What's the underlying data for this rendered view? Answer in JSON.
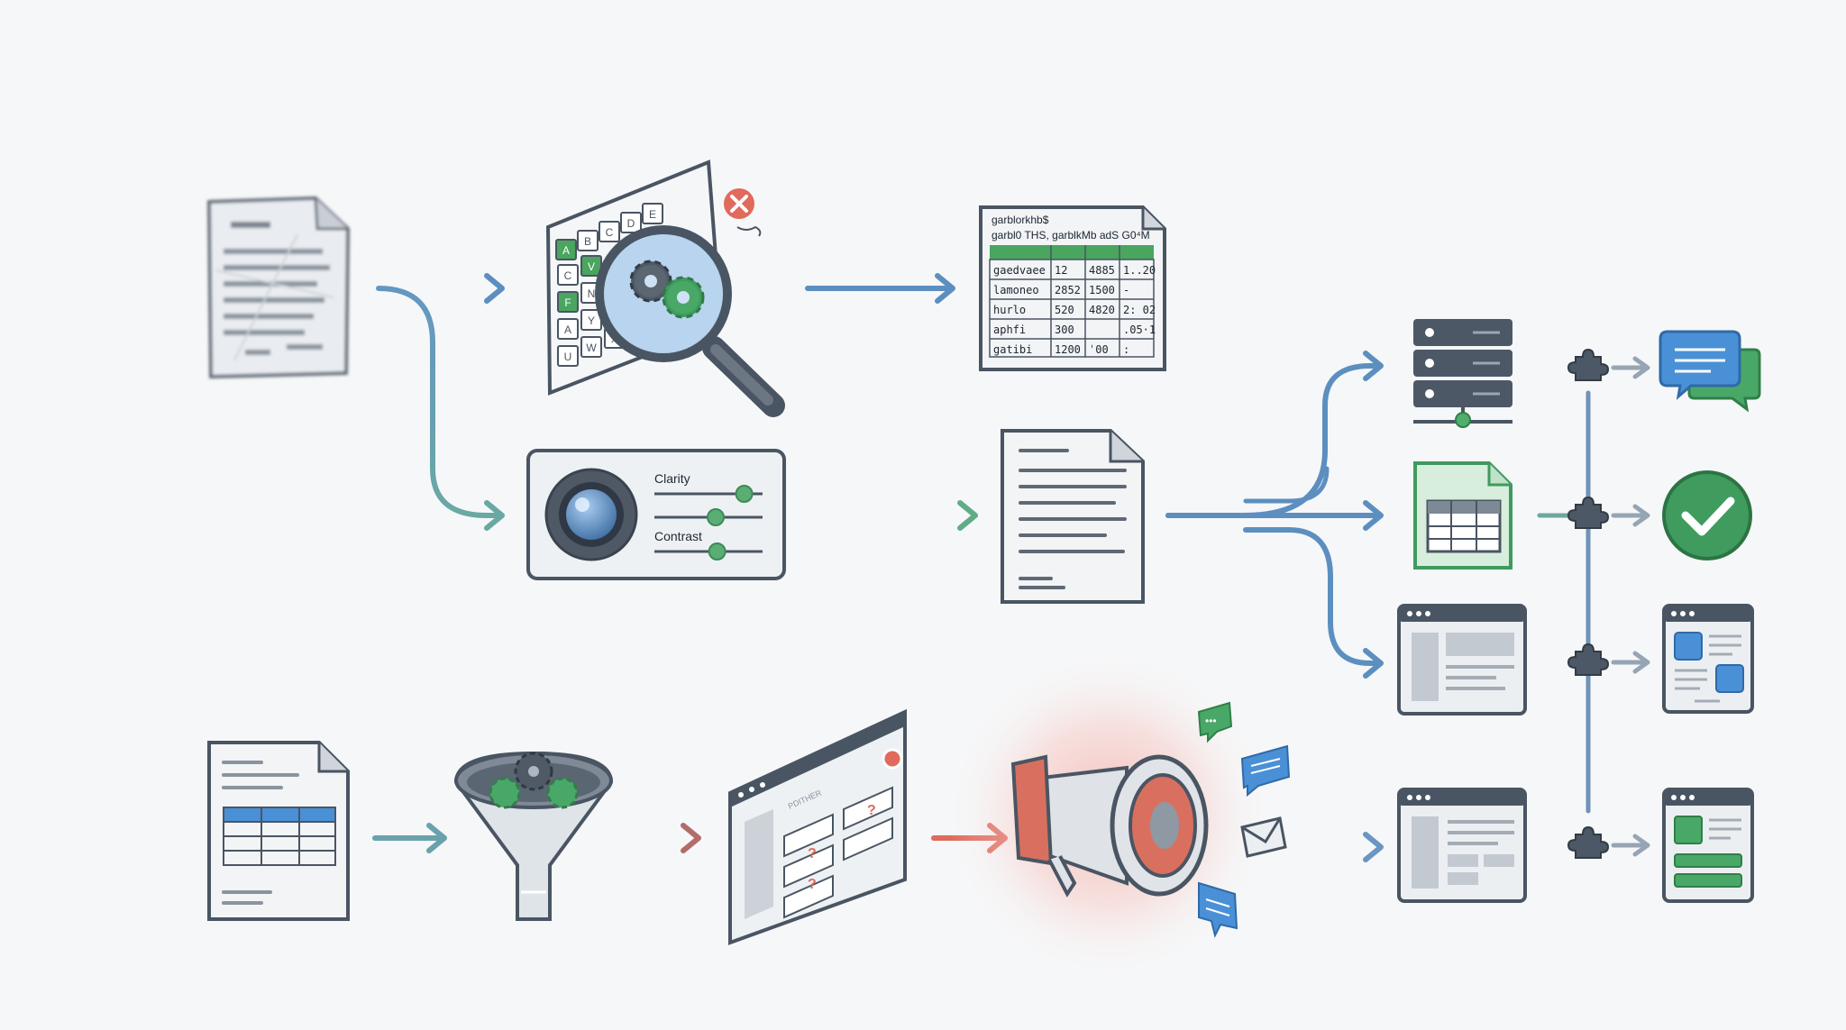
{
  "colors": {
    "background": "#f6f7f8",
    "outline": "#4a5563",
    "paper": "#f1f3f6",
    "blue": "#5b8fc4",
    "teal": "#6ea2a8",
    "green": "#3e9b5e",
    "red": "#df6a5d",
    "accent_blue": "#4a90d6",
    "server": "#4c5866",
    "sheet_green": "#d8eedd"
  },
  "icons": {
    "scanned_document": "crumpled-document-icon",
    "ocr_inspection": "magnifier-gears-icon",
    "garbled_table": "garbled-table-icon",
    "image_enhancer": "lens-sliders-icon",
    "clean_document": "clean-document-icon",
    "database": "server-icon",
    "spreadsheet": "spreadsheet-icon",
    "web_page": "browser-window-icon",
    "plugin": "puzzle-piece-icon",
    "chat": "chat-bubbles-icon",
    "success": "check-circle-icon",
    "dashboard": "dashboard-icon",
    "form": "form-icon",
    "table_document": "table-document-icon",
    "filter_funnel": "funnel-gears-icon",
    "error_form": "broken-form-window-icon",
    "alert": "megaphone-icon"
  },
  "ocr_panel": {
    "letters": [
      "A",
      "B",
      "C",
      "D",
      "E",
      "C",
      "V",
      "F",
      "N",
      "A",
      "Y",
      "U",
      "W",
      "X"
    ]
  },
  "garbled_table": {
    "header_line1": "garblorkhb$",
    "header_line2": "garbl0 THS, garblkMb adS G0⁴M",
    "rows": [
      [
        "gaedvaee",
        "12",
        "4885",
        "1..20"
      ],
      [
        "lamoneo",
        "2852",
        "1500",
        "-"
      ],
      [
        "hurlo",
        "520",
        "4820",
        "2: 02"
      ],
      [
        "aphfi",
        "300",
        "",
        ".05·1"
      ],
      [
        "gatibi",
        "1200",
        "ˈ00",
        ":"
      ]
    ]
  },
  "enhancer": {
    "clarity_label": "Clarity",
    "contrast_label": "Contrast",
    "clarity_level": 0.83,
    "contrast_level": 0.58
  },
  "error_form": {
    "field_marks": [
      "?",
      "?",
      "?"
    ],
    "sidebar_caption": "PDITHER"
  },
  "notifications": {
    "chat_bubble": "•••"
  }
}
